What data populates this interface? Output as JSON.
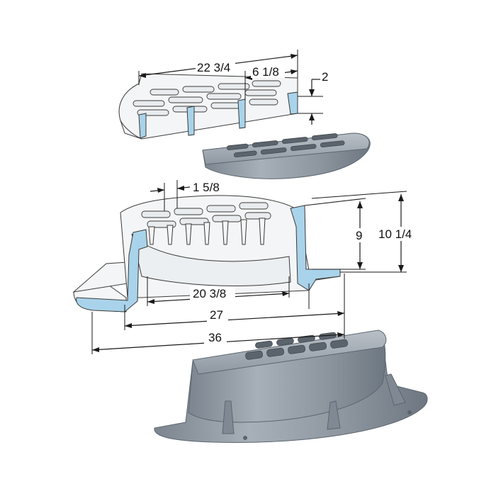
{
  "dimensions": {
    "grate_width": "22 3/4",
    "grate_depth": "6 1/8",
    "grate_thickness": "2",
    "slot_width": "1 5/8",
    "frame_height": "9",
    "frame_overall_height": "10 1/4",
    "inner_opening": "20 3/8",
    "frame_width": "27",
    "flange_width": "36"
  },
  "colors": {
    "section_fill": "#a9d3ea",
    "metal": "#9aa3ad",
    "line": "#1a1a1a"
  }
}
